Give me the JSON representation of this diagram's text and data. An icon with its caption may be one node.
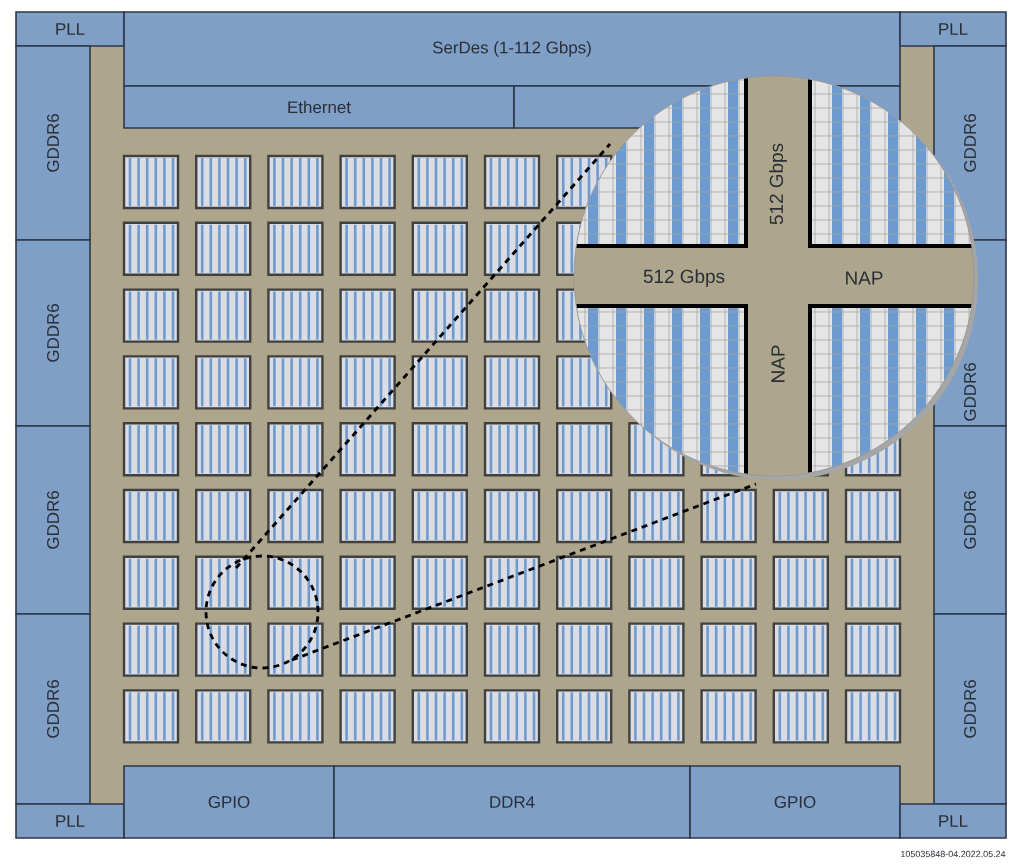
{
  "diagram": {
    "nodes": [
      {
        "text": [
          "PLL"
        ]
      },
      {
        "text": [
          "SerDes (1-112 Gbps)"
        ]
      },
      {
        "text": [
          "PLL"
        ]
      },
      {
        "text": [
          "Ethernet"
        ]
      },
      {
        "text": [],
        "shape": "box"
      },
      {
        "text": [
          "GDDR6"
        ]
      },
      {
        "text": [
          "GDDR6"
        ]
      },
      {
        "text": [
          "GDDR6"
        ]
      },
      {
        "text": [
          "GDDR6"
        ]
      },
      {
        "text": [
          "GDDR6"
        ]
      },
      {
        "text": [
          "GDDR6"
        ]
      },
      {
        "text": [
          "GDDR6"
        ]
      },
      {
        "text": [
          "GDDR6"
        ]
      },
      {
        "text": [
          "PLL"
        ]
      },
      {
        "text": [
          "GPIO"
        ]
      },
      {
        "text": [
          "DDR4"
        ]
      },
      {
        "text": [
          "GPIO"
        ]
      },
      {
        "text": [
          "PLL"
        ]
      }
    ],
    "labels": [
      "512 Gbps",
      "512 Gbps",
      "NAP",
      "NAP",
      "105035848-04.2022.05.24"
    ]
  }
}
